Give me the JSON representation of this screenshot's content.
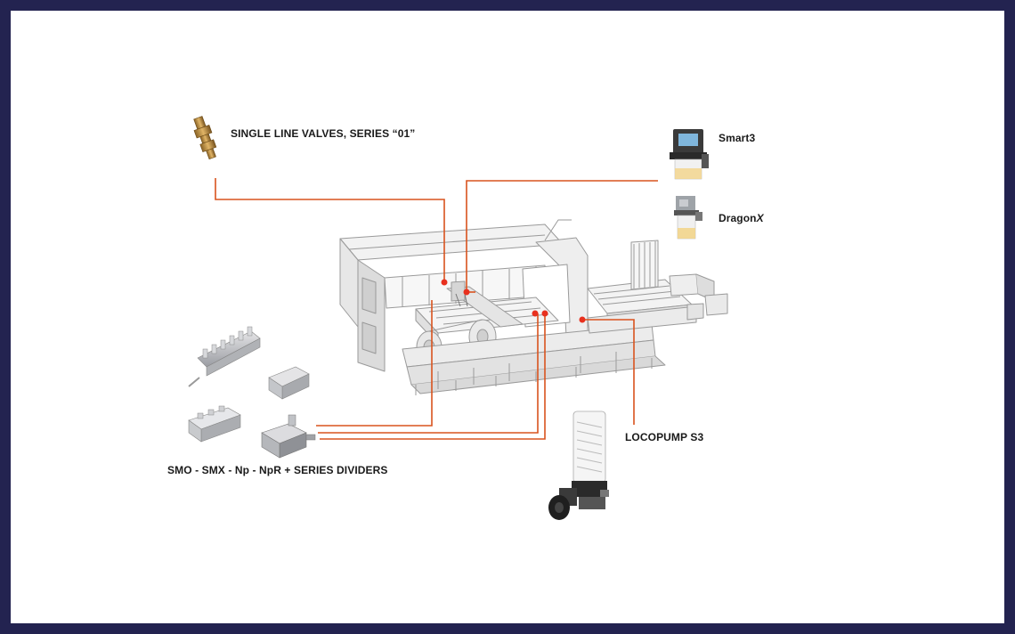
{
  "labels": {
    "single_line_valves": "SINGLE LINE VALVES, SERIES “01”",
    "smart3": "Smart3",
    "dragon_prefix": "Dragon",
    "dragon_suffix": "X",
    "locopump": "LOCOPUMP S3",
    "dividers": "SMO - SMX - Np - NpR + SERIES DIVIDERS"
  },
  "colors": {
    "frame": "#232350",
    "connector_line": "#d9531e",
    "connector_dot": "#e8301e",
    "label_text": "#1a1a1a"
  },
  "icons": [
    "valve-icon",
    "smart3-pump-icon",
    "dragonx-pump-icon",
    "locopump-icon",
    "divider-block-icon",
    "machine-illustration"
  ]
}
